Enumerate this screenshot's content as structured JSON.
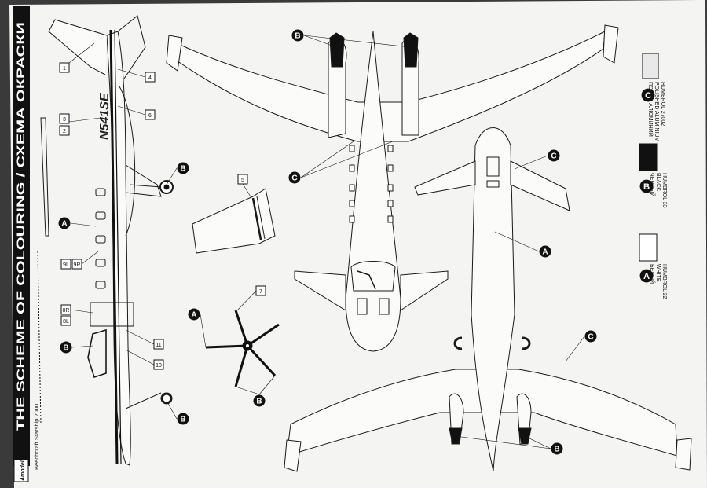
{
  "header": {
    "title": "THE SCHEME OF COLOURING / СХЕМА ОКРАСКИ",
    "subtitle": "Beechcraft Starship 2000",
    "brand": "Amodel"
  },
  "aircraft": {
    "registration": "N541SE"
  },
  "callouts": {
    "decals": [
      "1",
      "2",
      "3",
      "4",
      "5",
      "6",
      "7",
      "8L",
      "8R",
      "9L",
      "9R",
      "10",
      "11"
    ],
    "colors": [
      "A",
      "B",
      "C"
    ]
  },
  "legend": [
    {
      "code": "A",
      "lines": [
        "HUMBROL 22",
        "WHITE",
        "БЕЛЫЙ"
      ],
      "swatch": "#ffffff"
    },
    {
      "code": "B",
      "lines": [
        "HUMBROL 33",
        "BLACK",
        "ЧЕРНЫЙ"
      ],
      "swatch": "#111111"
    },
    {
      "code": "C",
      "lines": [
        "HUMBROL 27002",
        "POLISHED ALUMINIUM",
        "ПОЛИР. АЛЮМИНИЙ"
      ],
      "swatch": "#e9e9e9"
    }
  ],
  "colors": {
    "paper": "#f4f4f2",
    "ink": "#1a1a1a",
    "band": "#111111",
    "background": "#3a3a3a"
  }
}
